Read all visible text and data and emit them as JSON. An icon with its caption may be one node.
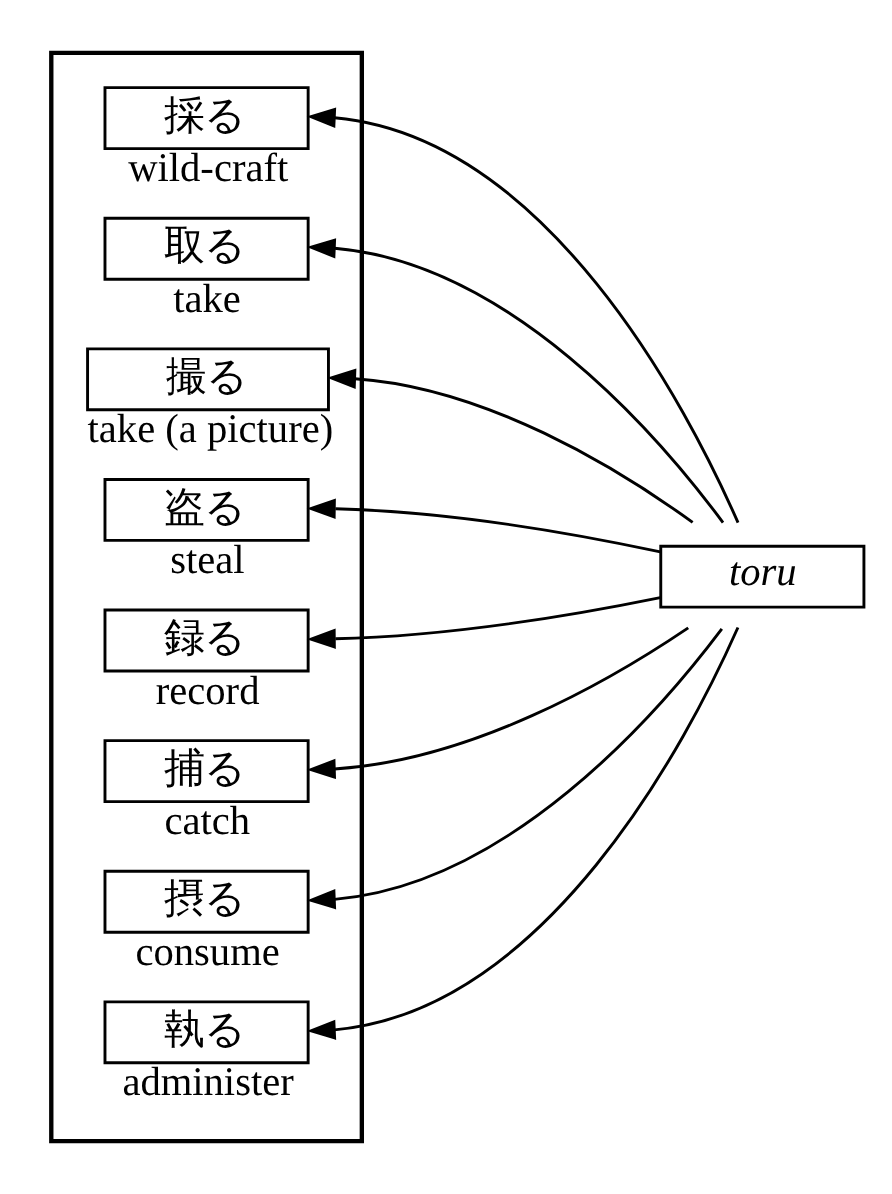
{
  "diagram": {
    "nodes": [
      {
        "text": [],
        "shape": "box"
      },
      {
        "text": [
          "採る"
        ],
        "beside": [
          "wild-craft"
        ],
        "in": 0
      },
      {
        "text": [
          "取る"
        ],
        "beside": [
          "take"
        ],
        "in": 0
      },
      {
        "text": [
          "撮る"
        ],
        "beside": [
          "take (a picture)"
        ],
        "in": 0
      },
      {
        "text": [
          "盗る"
        ],
        "beside": [
          "steal"
        ],
        "in": 0
      },
      {
        "text": [
          "録る"
        ],
        "beside": [
          "record"
        ],
        "in": 0
      },
      {
        "text": [
          "捕る"
        ],
        "beside": [
          "catch"
        ],
        "in": 0
      },
      {
        "text": [
          "摂る"
        ],
        "beside": [
          "consume"
        ],
        "in": 0
      },
      {
        "text": [
          "執る"
        ],
        "beside": [
          "administer"
        ],
        "in": 0
      },
      {
        "text": [
          "toru"
        ]
      }
    ],
    "edges": [
      {
        "from": 9,
        "to": 1,
        "arrow": "to"
      },
      {
        "from": 9,
        "to": 2,
        "arrow": "to"
      },
      {
        "from": 9,
        "to": 3,
        "arrow": "to"
      },
      {
        "from": 9,
        "to": 4,
        "arrow": "to"
      },
      {
        "from": 9,
        "to": 5,
        "arrow": "to"
      },
      {
        "from": 9,
        "to": 6,
        "arrow": "to"
      },
      {
        "from": 9,
        "to": 7,
        "arrow": "to"
      },
      {
        "from": 9,
        "to": 8,
        "arrow": "to"
      }
    ]
  }
}
